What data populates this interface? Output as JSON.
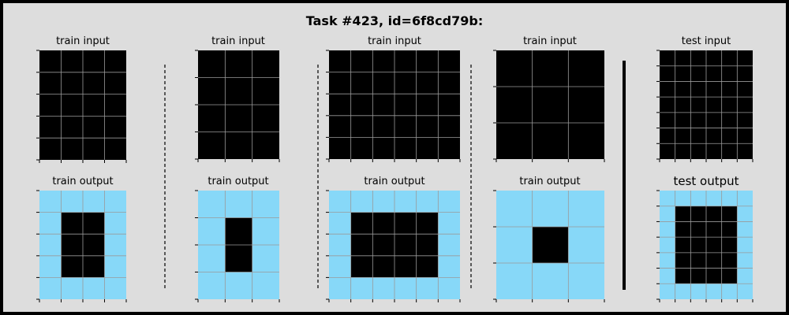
{
  "title": "Task #423, id=6f8cd79b:",
  "colors": {
    "background": "#dddddd",
    "border": "#000000",
    "black": "#000000",
    "cyan": "#87d8f8",
    "grid": "#9a9a9a"
  },
  "labels": {
    "train_input": "train input",
    "train_output": "train output",
    "test_input": "test input",
    "test_output": "test output"
  },
  "pairs": [
    {
      "input": {
        "rows": 5,
        "cols": 4,
        "fill": null
      },
      "output": {
        "rows": 5,
        "cols": 4,
        "fill": {
          "row_start": 1,
          "row_end": 4,
          "col_start": 1,
          "col_end": 3
        }
      }
    },
    {
      "input": {
        "rows": 4,
        "cols": 3,
        "fill": null
      },
      "output": {
        "rows": 4,
        "cols": 3,
        "fill": {
          "row_start": 1,
          "row_end": 3,
          "col_start": 1,
          "col_end": 2
        }
      }
    },
    {
      "input": {
        "rows": 5,
        "cols": 6,
        "fill": null
      },
      "output": {
        "rows": 5,
        "cols": 6,
        "fill": {
          "row_start": 1,
          "row_end": 4,
          "col_start": 1,
          "col_end": 5
        }
      }
    },
    {
      "input": {
        "rows": 3,
        "cols": 3,
        "fill": null
      },
      "output": {
        "rows": 3,
        "cols": 3,
        "fill": {
          "row_start": 1,
          "row_end": 2,
          "col_start": 1,
          "col_end": 2
        }
      }
    }
  ],
  "test": {
    "input": {
      "rows": 7,
      "cols": 6,
      "fill": null
    },
    "output": {
      "rows": 7,
      "cols": 6,
      "fill": {
        "row_start": 1,
        "row_end": 6,
        "col_start": 1,
        "col_end": 5
      }
    }
  }
}
